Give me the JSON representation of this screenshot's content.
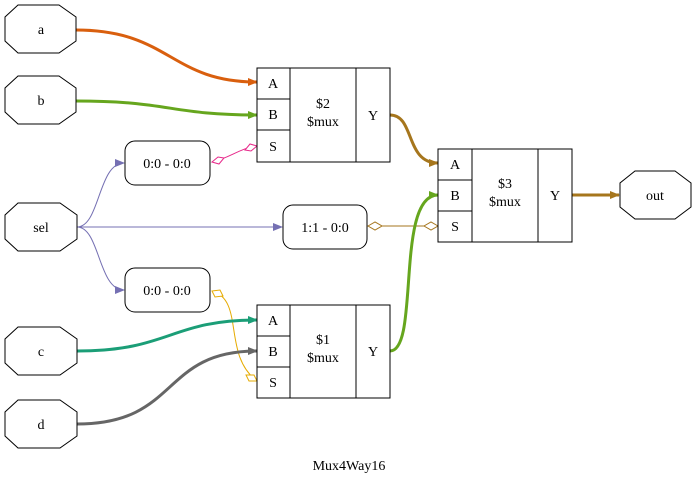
{
  "title": "Mux4Way16",
  "ports": {
    "a": "a",
    "b": "b",
    "sel": "sel",
    "c": "c",
    "d": "d",
    "out": "out"
  },
  "slices": {
    "sel_s2": "0:0 - 0:0",
    "sel_s3": "1:1 - 0:0",
    "sel_s1": "0:0 - 0:0"
  },
  "cells": {
    "mux2": {
      "id": "$2",
      "type": "$mux",
      "pins": {
        "a": "A",
        "b": "B",
        "s": "S",
        "y": "Y"
      }
    },
    "mux3": {
      "id": "$3",
      "type": "$mux",
      "pins": {
        "a": "A",
        "b": "B",
        "s": "S",
        "y": "Y"
      }
    },
    "mux1": {
      "id": "$1",
      "type": "$mux",
      "pins": {
        "a": "A",
        "b": "B",
        "s": "S",
        "y": "Y"
      }
    }
  },
  "colors": {
    "wire_a": "#d95f0e",
    "wire_b": "#66a61e",
    "wire_c": "#1b9e77",
    "wire_d": "#666666",
    "wire_sel": "#7570b3",
    "wire_out": "#a6761d",
    "wire_mux2_y": "#a6761d",
    "wire_mux1_y": "#66a61e",
    "wire_slice_s2": "#e7298a",
    "wire_slice_s3": "#a6761d",
    "wire_slice_s1": "#e6ab02"
  }
}
